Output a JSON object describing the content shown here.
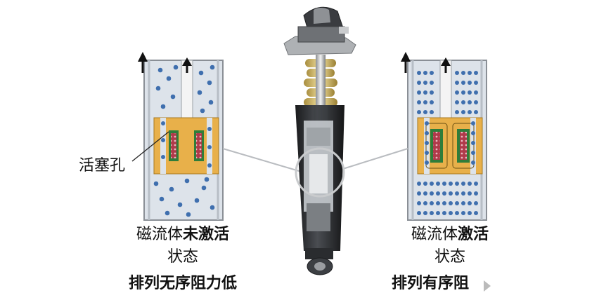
{
  "left_panel": {
    "callout": "活塞孔",
    "line1_normal": "磁流体",
    "line1_bold": "未激活",
    "line2": "状态",
    "line3": "排列无序阻力低"
  },
  "right_panel": {
    "line1_normal": "磁流体",
    "line1_bold": "激活",
    "line2": "状态",
    "line3": "排列有序阻"
  },
  "colors": {
    "fluid_bg": "#dde3ea",
    "particle": "#3f6fae",
    "piston": "#e8b04a",
    "coil_frame": "#2f7d3a",
    "coil": "#b03a4a",
    "shock_body": "#2b2d30"
  },
  "icons": [
    "arrow-up-icon",
    "particle-dot-icon"
  ]
}
